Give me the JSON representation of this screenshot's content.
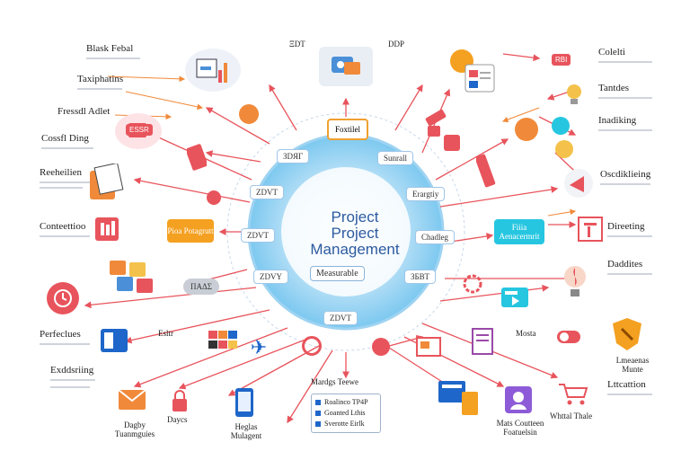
{
  "center": {
    "line1": "Project",
    "line2": "Project",
    "line3": "Management",
    "banner": "Measurable"
  },
  "ring_labels": [
    "ЗDЯГ",
    "ZDVT",
    "ZDVT",
    "ZDVY",
    "ZDVT",
    "Sunrall",
    "Erargtiy",
    "Chadleg",
    "ЗБВТ"
  ],
  "top_labels": {
    "left": "ΞDT",
    "right": "DDP",
    "box": "Foxtilel"
  },
  "left_column": [
    {
      "title": "Blask Febal"
    },
    {
      "title": "Taxiphatins"
    },
    {
      "title": "Fressdl Adlet"
    },
    {
      "title": "Cossfl Ding"
    },
    {
      "title": "Reeheilien"
    },
    {
      "title": "Conteettioo"
    },
    {
      "title": "Perfeclues"
    },
    {
      "title": "Exddsriing"
    }
  ],
  "right_column": [
    {
      "title": "Colelti"
    },
    {
      "title": "Tantdes"
    },
    {
      "title": "Inadiking"
    },
    {
      "title": "Oscdiklieing"
    },
    {
      "title": "Direeting"
    },
    {
      "title": "Daddites"
    },
    {
      "title": "Lmeaenas Munte"
    },
    {
      "title": "Lttcattion"
    }
  ],
  "node_tags": {
    "pink": "ESSR",
    "orange": "Pioa Potagrutt",
    "cyan": "Fiiia Aenacermrit",
    "gray": "ΠΑΔΣ",
    "cal_left": "Esltr",
    "cal_right": "Mosta",
    "red_tag": "RBI"
  },
  "bottom_labels": [
    {
      "text": "Dagby Tuanmguies"
    },
    {
      "text": "Daycs"
    },
    {
      "text": "Heglas Mulagent"
    },
    {
      "text": "Mardgs Teewe"
    },
    {
      "text": "Mats Coutteen Foatuelsin"
    },
    {
      "text": "Whttal Thale"
    }
  ],
  "legend": {
    "rows": [
      "Roalinco TP4P",
      "Goanted Lthis",
      "Sverotte Eirlk"
    ]
  },
  "colors": {
    "hub": "#7cc8f0",
    "hub_ring": "#9ed3f2",
    "arrow": "#e8545c",
    "orange_line": "#f08a3a",
    "accent_blue": "#2c5aa0"
  }
}
